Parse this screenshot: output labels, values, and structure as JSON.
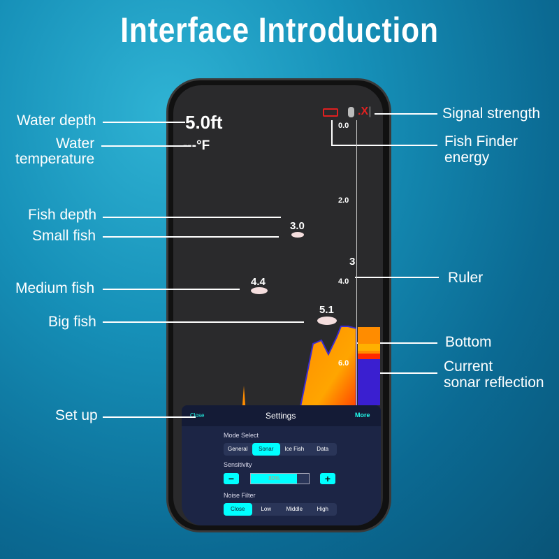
{
  "title": "Interface Introduction",
  "labels": {
    "water_depth": "Water depth",
    "water_temp_1": "Water",
    "water_temp_2": "temperature",
    "fish_depth": "Fish depth",
    "small_fish": "Small fish",
    "medium_fish": "Medium fish",
    "big_fish": "Big fish",
    "set_up": "Set up",
    "signal": "Signal strength",
    "energy_1": "Fish Finder",
    "energy_2": "energy",
    "ruler": "Ruler",
    "bottom": "Bottom",
    "current_1": "Current",
    "current_2": "sonar reflection"
  },
  "screen": {
    "depth": "5.0ft",
    "temperature": "---°F",
    "ruler_ticks": [
      "0.0",
      "2.0",
      "4.0",
      "6.0"
    ],
    "fish": [
      {
        "depth": "3.0",
        "size": "small"
      },
      {
        "depth": "4.4",
        "size": "medium"
      },
      {
        "depth": "5.1",
        "size": "big"
      },
      {
        "depth": "3",
        "size": "partial"
      }
    ],
    "battery_color": "#e02020"
  },
  "settings": {
    "close": "Close",
    "title": "Settings",
    "more": "More",
    "mode_label": "Mode Select",
    "modes": [
      "General",
      "Sonar",
      "Ice Fish",
      "Data"
    ],
    "mode_selected": "Sonar",
    "sensitivity_label": "Sensitivity",
    "sensitivity_value": "80%",
    "sensitivity_percent": 80,
    "minus": "−",
    "plus": "+",
    "noise_label": "Noise Filter",
    "noise": [
      "Close",
      "Low",
      "Middle",
      "High"
    ],
    "noise_selected": "Close"
  }
}
